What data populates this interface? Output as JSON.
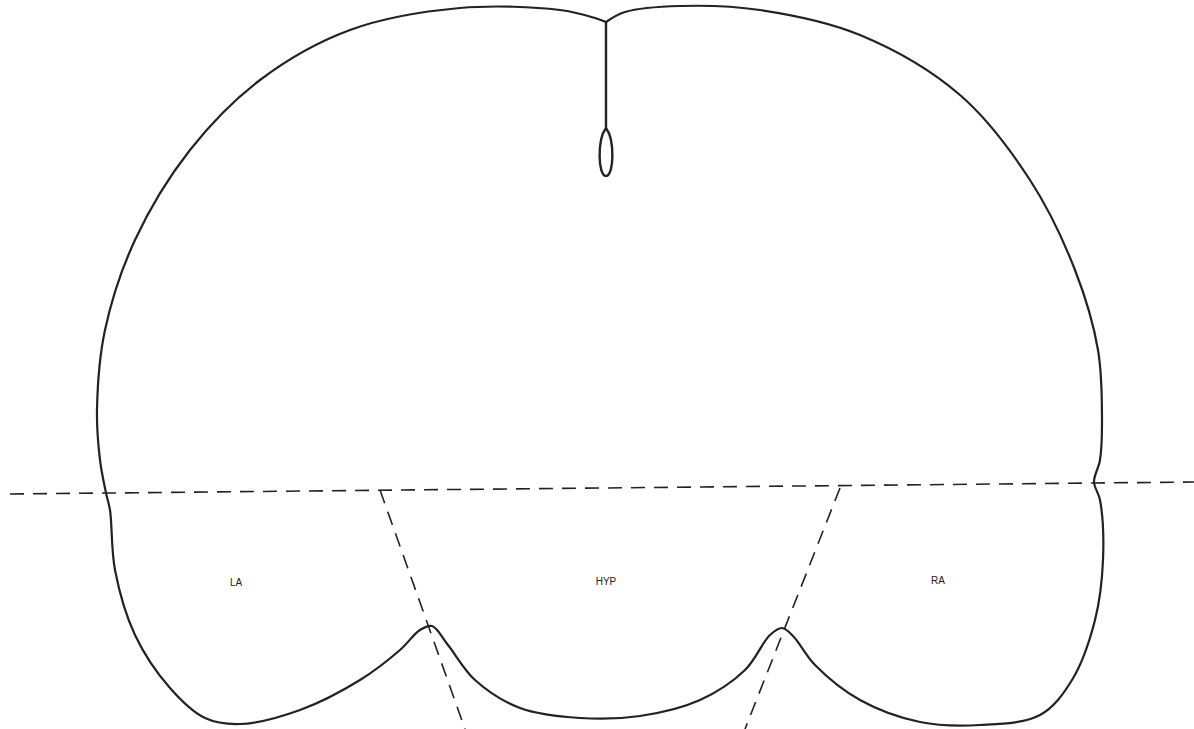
{
  "diagram": {
    "labels": [
      "LA",
      "HYP",
      "RA"
    ]
  }
}
